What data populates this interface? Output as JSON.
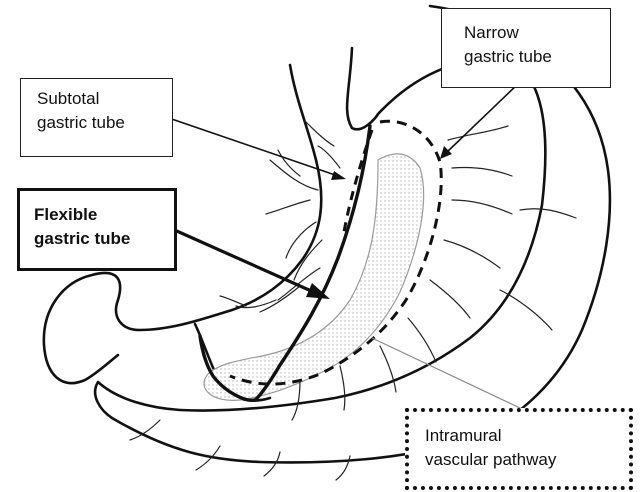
{
  "labels": {
    "subtotal": [
      "Subtotal",
      "gastric tube"
    ],
    "narrow": [
      "Narrow",
      "gastric tube"
    ],
    "flexible": [
      "Flexible",
      "gastric tube"
    ],
    "intramural": [
      "Intramural",
      "vascular pathway"
    ]
  },
  "colors": {
    "ink": "#111111",
    "stipple": "#b5b5b5",
    "pathway_outline": "#9a9a9a"
  }
}
